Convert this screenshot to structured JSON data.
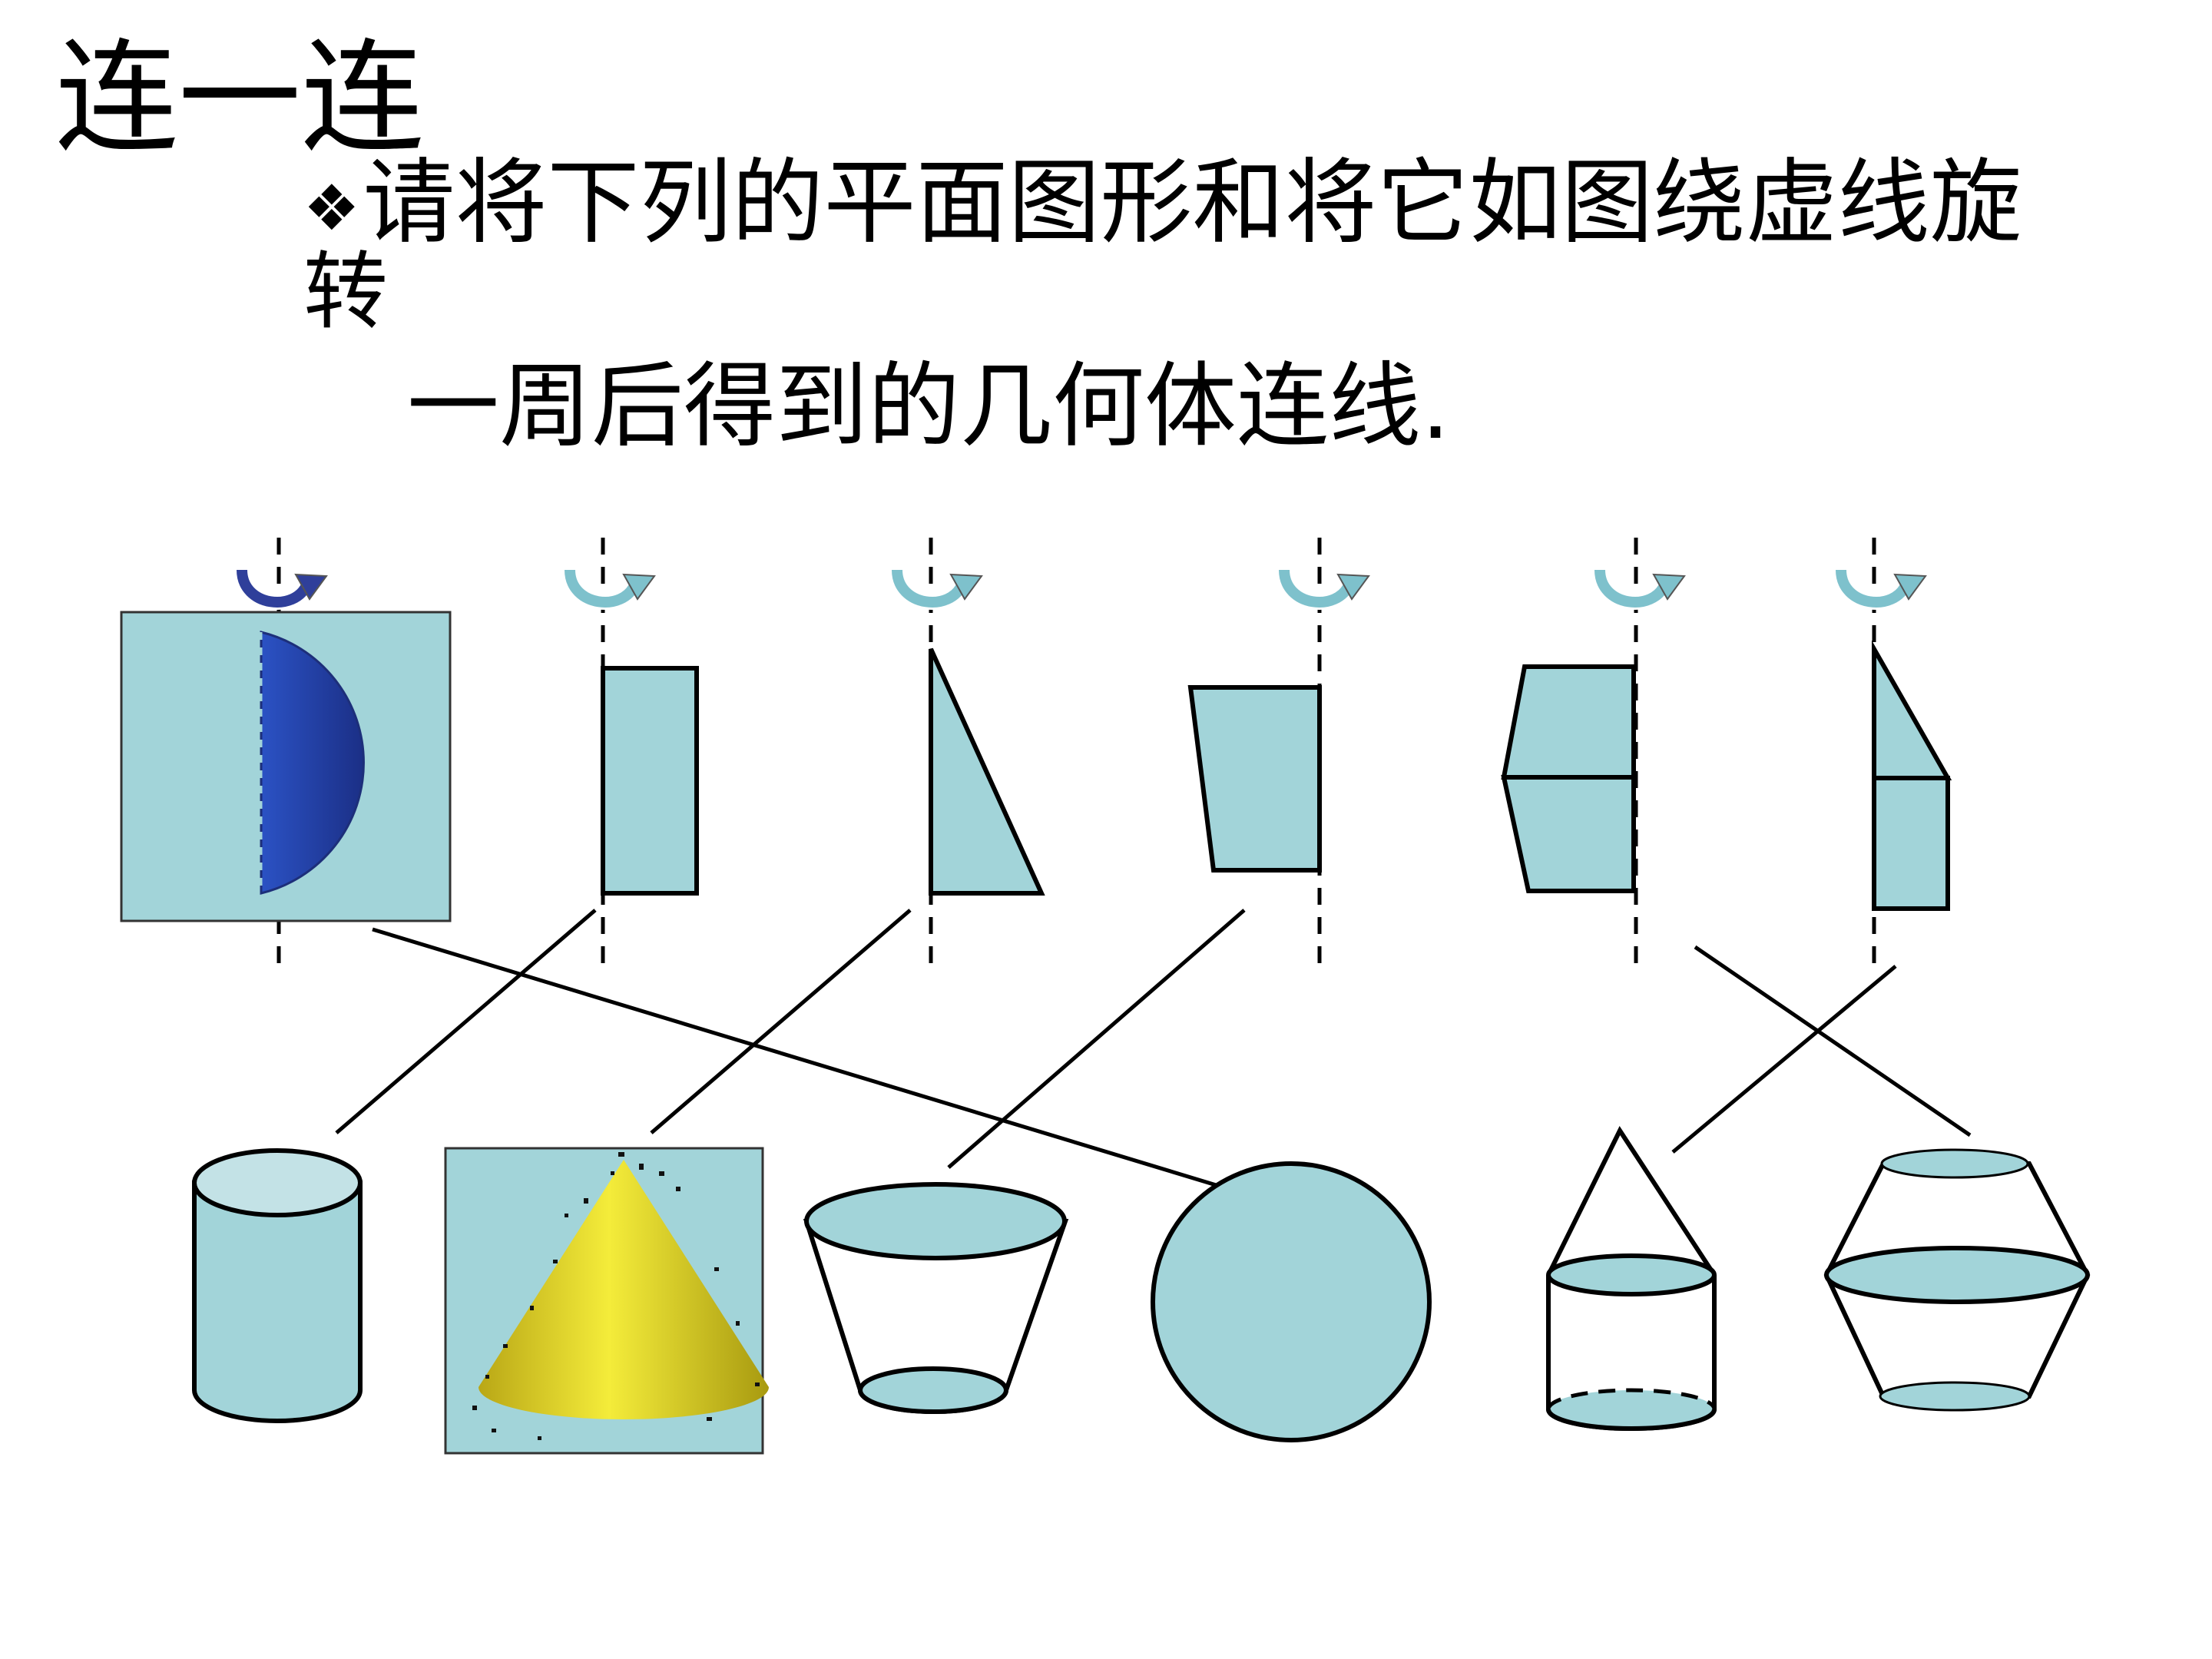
{
  "title": "连一连",
  "instruction": {
    "bullet": "❖",
    "line1": "请将下列的平面图形和将它如图绕虚线旋",
    "wrap": "转",
    "line2": "一周后得到的几何体连线."
  },
  "colors": {
    "fill": "#a2d4d9",
    "fill_light": "#c3e2e6",
    "stroke": "#000000",
    "semicircle": "#2b4fb8",
    "cone": "#e6dd2e",
    "arrow": "#7ec1cc",
    "arrow_dark": "#2f3f9a"
  },
  "plane_figures": [
    {
      "name": "semicircle",
      "icon": "semicircle-icon"
    },
    {
      "name": "rectangle",
      "icon": "rectangle-icon"
    },
    {
      "name": "right-triangle",
      "icon": "triangle-icon"
    },
    {
      "name": "right-trapezoid",
      "icon": "trapezoid-icon"
    },
    {
      "name": "double-trapezoid",
      "icon": "double-trapezoid-icon"
    },
    {
      "name": "triangle-on-rectangle",
      "icon": "triangle-rectangle-icon"
    }
  ],
  "solids": [
    {
      "name": "cylinder",
      "icon": "cylinder-icon"
    },
    {
      "name": "cone",
      "icon": "cone-icon"
    },
    {
      "name": "frustum",
      "icon": "frustum-icon"
    },
    {
      "name": "sphere",
      "icon": "sphere-icon"
    },
    {
      "name": "cone-on-cylinder",
      "icon": "cone-cylinder-icon"
    },
    {
      "name": "double-frustum",
      "icon": "double-frustum-icon"
    }
  ],
  "connections": [
    {
      "from": "semicircle",
      "to": "sphere"
    },
    {
      "from": "rectangle",
      "to": "cylinder"
    },
    {
      "from": "right-triangle",
      "to": "cone"
    },
    {
      "from": "right-trapezoid",
      "to": "frustum"
    },
    {
      "from": "double-trapezoid",
      "to": "double-frustum"
    },
    {
      "from": "triangle-on-rectangle",
      "to": "cone-on-cylinder"
    }
  ]
}
